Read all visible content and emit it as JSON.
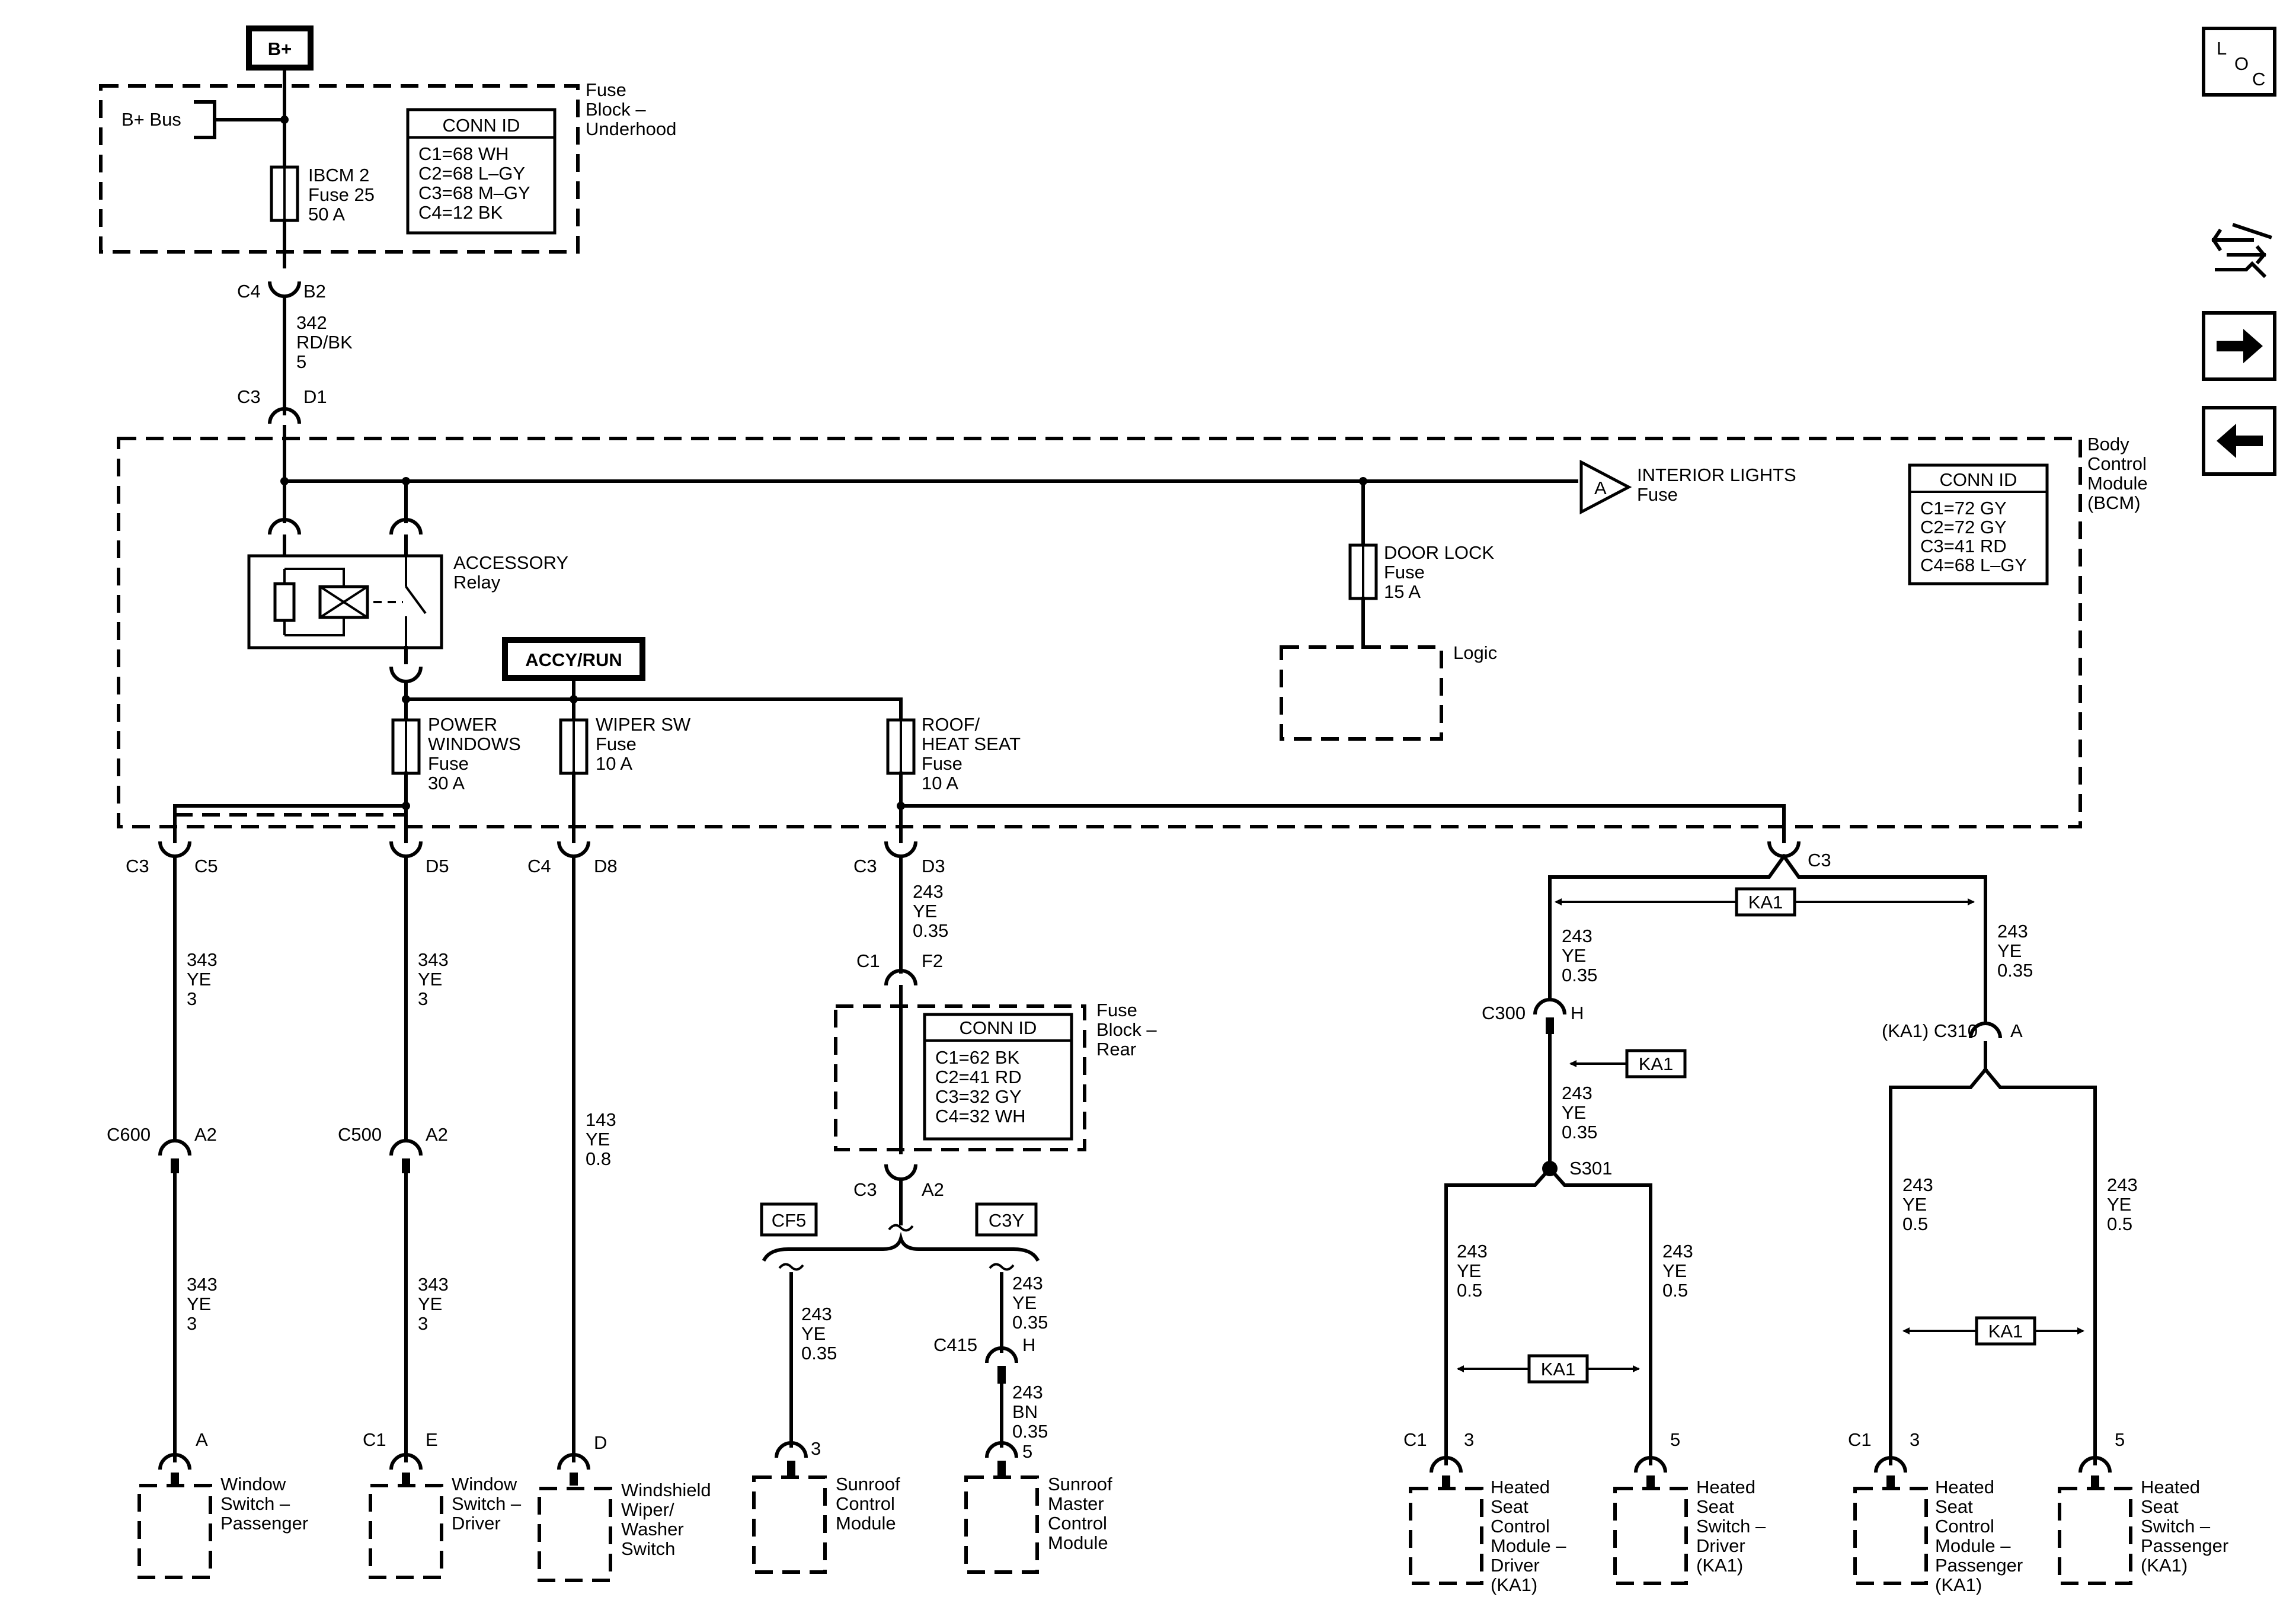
{
  "top_source": {
    "label": "B+"
  },
  "fuse_block_underhood": {
    "title_lines": [
      "Fuse",
      "Block –",
      "Underhood"
    ],
    "bus_label": "B+ Bus",
    "fuse_lines": [
      "IBCM 2",
      "Fuse 25",
      "50 A"
    ],
    "conn_id": {
      "header": "CONN ID",
      "lines": [
        "C1=68 WH",
        "C2=68 L–GY",
        "C3=68 M–GY",
        "C4=12 BK"
      ]
    }
  },
  "feed_wire": {
    "top_conn": "C4",
    "top_pin": "B2",
    "wire_lines": [
      "342",
      "RD/BK",
      "5"
    ],
    "bottom_conn": "C3",
    "bottom_pin": "D1"
  },
  "bcm": {
    "title_lines": [
      "Body",
      "Control",
      "Module",
      "(BCM)"
    ],
    "conn_id": {
      "header": "CONN ID",
      "lines": [
        "C1=72 GY",
        "C2=72 GY",
        "C3=41 RD",
        "C4=68 L–GY"
      ]
    },
    "relay_lines": [
      "ACCESSORY",
      "Relay"
    ],
    "accy_run": "ACCY/RUN",
    "interior_lights": {
      "marker": "A",
      "lines": [
        "INTERIOR LIGHTS",
        "Fuse"
      ]
    },
    "door_lock_lines": [
      "DOOR LOCK",
      "Fuse",
      "15 A"
    ],
    "logic": "Logic",
    "pw_fuse_lines": [
      "POWER",
      "WINDOWS",
      "Fuse",
      "30 A"
    ],
    "wiper_fuse_lines": [
      "WIPER SW",
      "Fuse",
      "10 A"
    ],
    "roof_fuse_lines": [
      "ROOF/",
      "HEAT SEAT",
      "Fuse",
      "10 A"
    ]
  },
  "nav": {
    "loc": [
      "L",
      "O",
      "C"
    ],
    "icons": [
      "wiring-path-icon",
      "arrow-right-icon",
      "arrow-left-icon"
    ]
  },
  "circuit_pass_window": {
    "top_conn": "C3",
    "top_pin": "C5",
    "wire1": [
      "343",
      "YE",
      "3"
    ],
    "inline_conn": "C600",
    "inline_pin": "A2",
    "wire2": [
      "343",
      "YE",
      "3"
    ],
    "end_pin": "A",
    "component": [
      "Window",
      "Switch –",
      "Passenger"
    ]
  },
  "circuit_driver_window": {
    "top_pin": "D5",
    "wire1": [
      "343",
      "YE",
      "3"
    ],
    "inline_conn": "C500",
    "inline_pin": "A2",
    "wire2": [
      "343",
      "YE",
      "3"
    ],
    "end_conn": "C1",
    "end_pin": "E",
    "component": [
      "Window",
      "Switch –",
      "Driver"
    ]
  },
  "circuit_wiper": {
    "top_conn": "C4",
    "top_pin": "D8",
    "wire": [
      "143",
      "YE",
      "0.8"
    ],
    "end_pin": "D",
    "component": [
      "Windshield",
      "Wiper/",
      "Washer",
      "Switch"
    ]
  },
  "circuit_roof": {
    "top_conn": "C3",
    "top_pin": "D3",
    "wire1": [
      "243",
      "YE",
      "0.35"
    ],
    "fbr_in_conn": "C1",
    "fbr_in_pin": "F2",
    "fuse_block_rear_title": [
      "Fuse",
      "Block –",
      "Rear"
    ],
    "conn_id": {
      "header": "CONN ID",
      "lines": [
        "C1=62 BK",
        "C2=41 RD",
        "C3=32 GY",
        "C4=32 WH"
      ]
    },
    "fbr_out_conn": "C3",
    "fbr_out_pin": "A2",
    "option_left": "CF5",
    "option_right": "C3Y",
    "sunroof_wire": [
      "243",
      "YE",
      "0.35"
    ],
    "sunroof_pin": "3",
    "sunroof_component": [
      "Sunroof",
      "Control",
      "Module"
    ],
    "master_wire1": [
      "243",
      "YE",
      "0.35"
    ],
    "master_inline_conn": "C415",
    "master_inline_pin": "H",
    "master_wire2": [
      "243",
      "BN",
      "0.35"
    ],
    "master_pin": "5",
    "master_component": [
      "Sunroof",
      "Master",
      "Control",
      "Module"
    ]
  },
  "circuit_heated_seat": {
    "bcm_conn": "C3",
    "ka1": "KA1",
    "left_wire": [
      "243",
      "YE",
      "0.35"
    ],
    "right_wire": [
      "243",
      "YE",
      "0.35"
    ],
    "c300_conn": "C300",
    "c300_pin": "H",
    "c300_wire": [
      "243",
      "YE",
      "0.35"
    ],
    "splice": "S301",
    "driver_left_wire": [
      "243",
      "YE",
      "0.5"
    ],
    "driver_right_wire": [
      "243",
      "YE",
      "0.5"
    ],
    "c310_conn": "(KA1) C310",
    "c310_pin": "A",
    "pass_left_wire": [
      "243",
      "YE",
      "0.5"
    ],
    "pass_right_wire": [
      "243",
      "YE",
      "0.5"
    ],
    "dm_conn": "C1",
    "dm_pin": "3",
    "ds_pin": "5",
    "pm_conn": "C1",
    "pm_pin": "3",
    "ps_pin": "5",
    "driver_module": [
      "Heated",
      "Seat",
      "Control",
      "Module –",
      "Driver",
      "(KA1)"
    ],
    "driver_switch": [
      "Heated",
      "Seat",
      "Switch –",
      "Driver",
      "(KA1)"
    ],
    "pass_module": [
      "Heated",
      "Seat",
      "Control",
      "Module –",
      "Passenger",
      "(KA1)"
    ],
    "pass_switch": [
      "Heated",
      "Seat",
      "Switch –",
      "Passenger",
      "(KA1)"
    ]
  }
}
